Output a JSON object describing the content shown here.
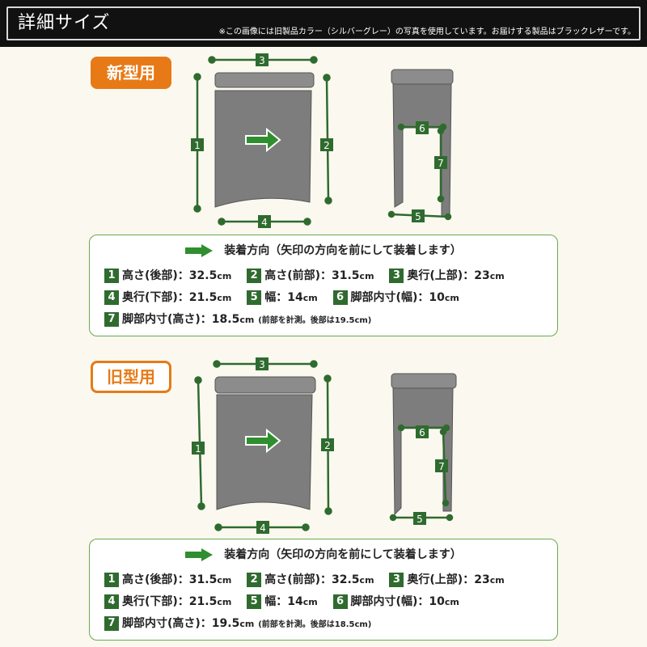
{
  "header": {
    "title": "詳細サイズ",
    "note": "※この画像には旧製品カラー（シルバーグレー）の写真を使用しています。お届けする製品はブラックレザーです。"
  },
  "colors": {
    "accent_orange": "#e77a16",
    "measure_green": "#2f6b2f",
    "arrow_green": "#2f8f2f",
    "box_border": "#6aa84f"
  },
  "sections": [
    {
      "badge": "新型用",
      "direction": "装着方向（矢印の方向を前にして装着します）",
      "dim_labels": [
        "1",
        "2",
        "3",
        "4",
        "5",
        "6",
        "7"
      ],
      "specs": [
        {
          "num": "1",
          "label": "高さ(後部)：",
          "value": "32.5",
          "unit": "cm"
        },
        {
          "num": "2",
          "label": "高さ(前部)：",
          "value": "31.5",
          "unit": "cm"
        },
        {
          "num": "3",
          "label": "奥行(上部)：",
          "value": "23",
          "unit": "cm"
        },
        {
          "num": "4",
          "label": "奥行(下部)：",
          "value": "21.5",
          "unit": "cm"
        },
        {
          "num": "5",
          "label": "幅：",
          "value": "14",
          "unit": "cm"
        },
        {
          "num": "6",
          "label": "脚部内寸(幅)：",
          "value": "10",
          "unit": "cm"
        },
        {
          "num": "7",
          "label": "脚部内寸(高さ)：",
          "value": "18.5",
          "unit": "cm",
          "note": "(前部を計測。後部は19.5cm)"
        }
      ]
    },
    {
      "badge": "旧型用",
      "direction": "装着方向（矢印の方向を前にして装着します）",
      "dim_labels": [
        "1",
        "2",
        "3",
        "4",
        "5",
        "6",
        "7"
      ],
      "specs": [
        {
          "num": "1",
          "label": "高さ(後部)：",
          "value": "31.5",
          "unit": "cm"
        },
        {
          "num": "2",
          "label": "高さ(前部)：",
          "value": "32.5",
          "unit": "cm"
        },
        {
          "num": "3",
          "label": "奥行(上部)：",
          "value": "23",
          "unit": "cm"
        },
        {
          "num": "4",
          "label": "奥行(下部)：",
          "value": "21.5",
          "unit": "cm"
        },
        {
          "num": "5",
          "label": "幅：",
          "value": "14",
          "unit": "cm"
        },
        {
          "num": "6",
          "label": "脚部内寸(幅)：",
          "value": "10",
          "unit": "cm"
        },
        {
          "num": "7",
          "label": "脚部内寸(高さ)：",
          "value": "19.5",
          "unit": "cm",
          "note": "(前部を計測。後部は18.5cm)"
        }
      ]
    }
  ]
}
